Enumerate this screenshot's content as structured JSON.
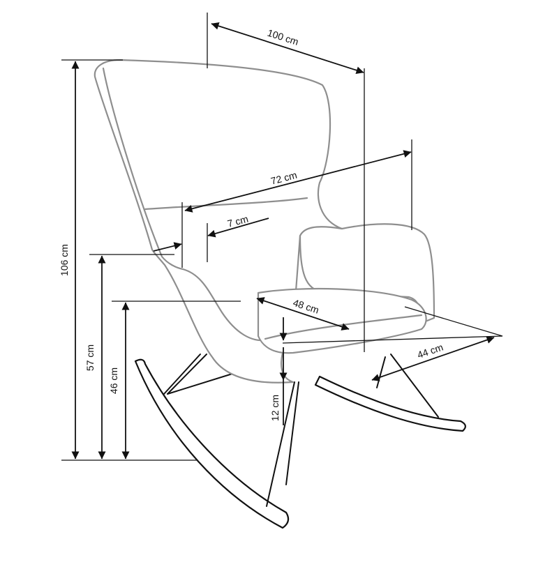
{
  "diagram": {
    "dimensions": {
      "total_width": "100 cm",
      "total_height": "106 cm",
      "armrest_height": "57 cm",
      "seat_height": "46 cm",
      "seat_depth": "48 cm",
      "seat_width": "44 cm",
      "overall_depth": "72 cm",
      "armrest_width": "7 cm",
      "seat_thickness": "12 cm"
    }
  }
}
